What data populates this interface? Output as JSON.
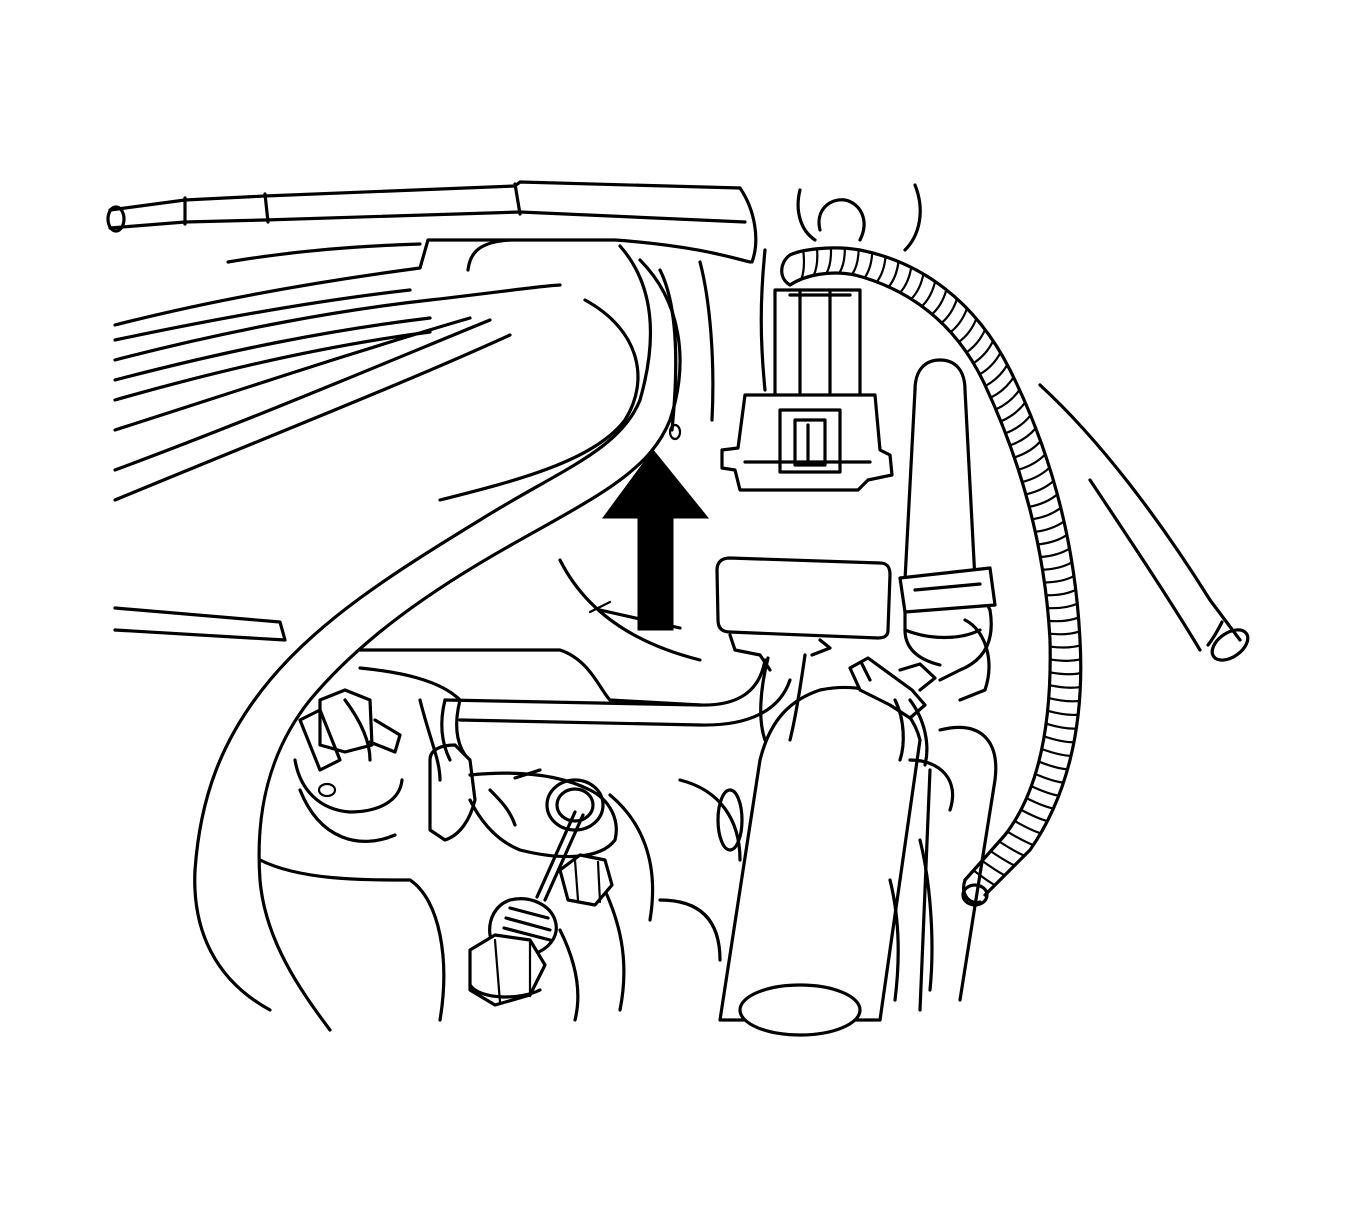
{
  "figure": {
    "colors": {
      "line": "#000000",
      "background": "#ffffff"
    },
    "arrow": {
      "direction": "up",
      "color": "#000000"
    },
    "components": [
      "intake-manifold",
      "wiring-harness-connector",
      "sensor-connector",
      "corrugated-wiring-loom",
      "vacuum-hose",
      "coolant-hose",
      "hose-clamp",
      "mounting-bolt",
      "retaining-nut",
      "fuel-injector",
      "harness-cable"
    ]
  }
}
